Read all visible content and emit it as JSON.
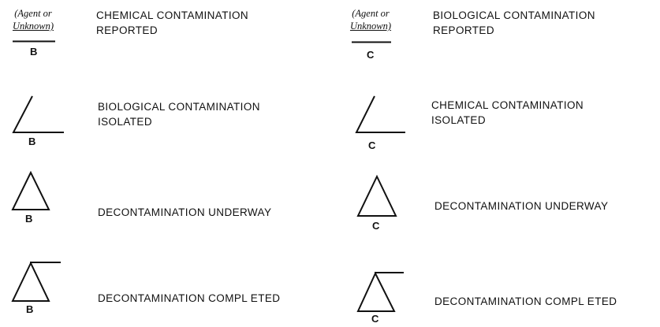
{
  "left": [
    {
      "agent_line1": "(Agent or",
      "agent_line2": "Unknown)",
      "letter": "B",
      "text": "CHEMICAL CONTAMINATION\nREPORTED"
    },
    {
      "letter": "B",
      "text": "BIOLOGICAL CONTAMINATION\nISOLATED"
    },
    {
      "letter": "B",
      "text": "DECONTAMINATION UNDERWAY"
    },
    {
      "letter": "B",
      "text": "DECONTAMINATION COMPL ETED"
    }
  ],
  "right": [
    {
      "agent_line1": "(Agent or",
      "agent_line2": "Unknown)",
      "letter": "C",
      "text": "BIOLOGICAL CONTAMINATION\nREPORTED"
    },
    {
      "letter": "C",
      "text": "CHEMICAL CONTAMINATION\nISOLATED"
    },
    {
      "letter": "C",
      "text": "DECONTAMINATION UNDERWAY"
    },
    {
      "letter": "C",
      "text": "DECONTAMINATION COMPL ETED"
    }
  ]
}
